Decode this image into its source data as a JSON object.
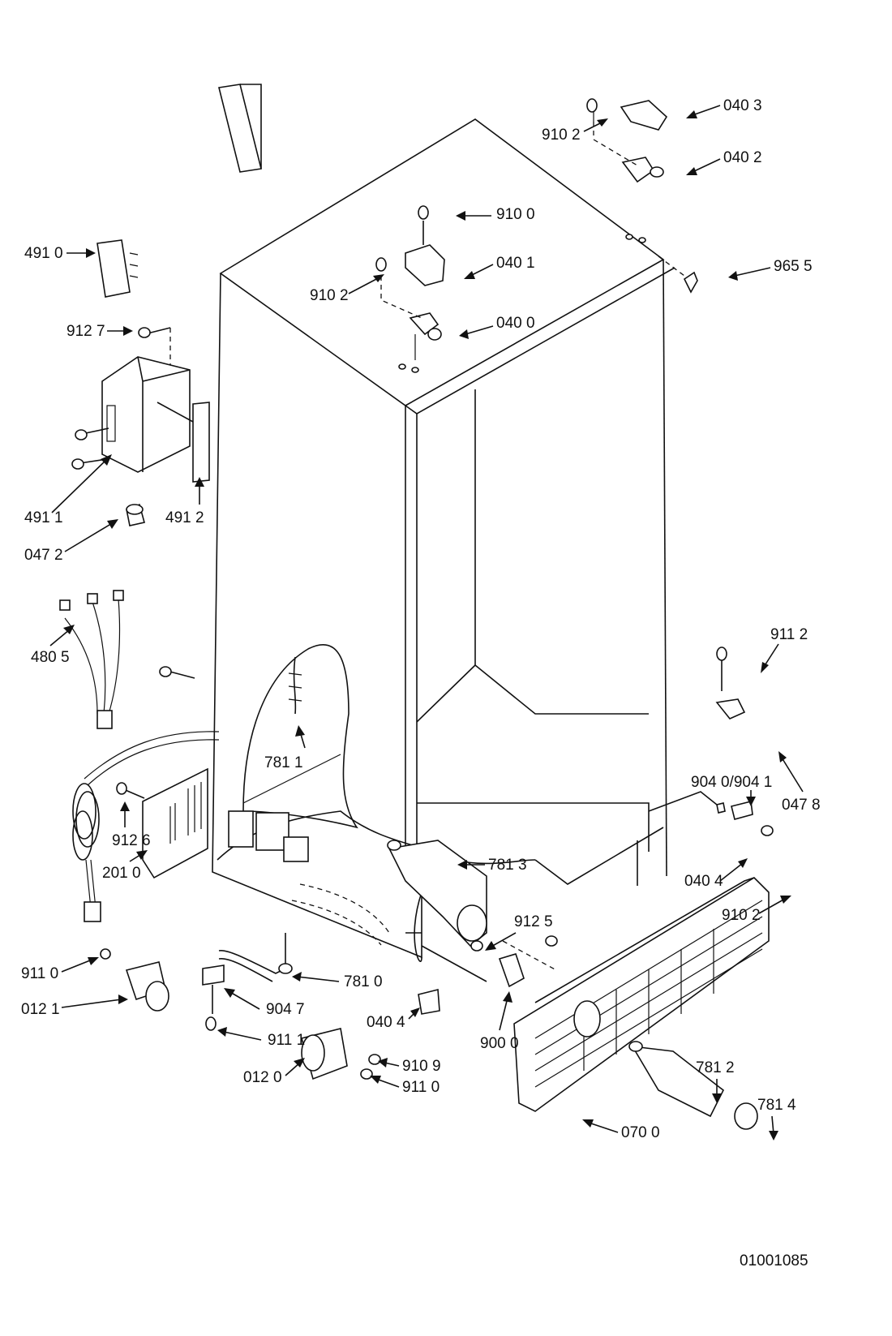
{
  "drawing_number": "01001085",
  "labels": {
    "l_4910": "491 0",
    "l_9127": "912 7",
    "l_4911": "491 1",
    "l_4912": "491 2",
    "l_0472": "047 2",
    "l_4805": "480 5",
    "l_7811": "781 1",
    "l_9126": "912 6",
    "l_2010": "201 0",
    "l_9110a": "911 0",
    "l_0121": "012 1",
    "l_9047": "904 7",
    "l_9111": "911 1",
    "l_0120": "012 0",
    "l_9109": "910 9",
    "l_9110b": "911 0",
    "l_7810": "781 0",
    "l_0404a": "040 4",
    "l_9000": "900 0",
    "l_9125": "912 5",
    "l_7813": "781 3",
    "l_0700": "070 0",
    "l_7812": "781 2",
    "l_7814": "781 4",
    "l_9102a": "910 2",
    "l_0403": "040 3",
    "l_0402": "040 2",
    "l_9100": "910 0",
    "l_0401": "040 1",
    "l_9102b": "910 2",
    "l_0400": "040 0",
    "l_9655": "965 5",
    "l_9112": "911  2",
    "l_9040": "904 0/904 1",
    "l_0478": "047 8",
    "l_0404b": "040 4",
    "l_9102c": "910 2"
  }
}
